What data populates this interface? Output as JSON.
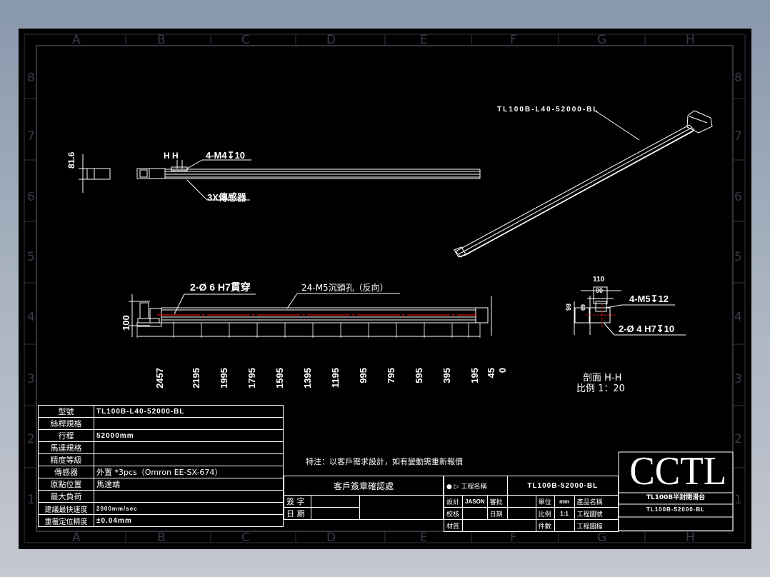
{
  "sheet": {
    "zones_top": [
      "A",
      "B",
      "C",
      "D",
      "E",
      "F",
      "G",
      "H"
    ],
    "zones_bottom": [
      "A",
      "B",
      "C",
      "D",
      "E",
      "F",
      "G",
      "H"
    ],
    "zones_side": [
      "8",
      "7",
      "6",
      "5",
      "4",
      "3",
      "2",
      "1"
    ]
  },
  "top_view": {
    "height_dim": "81.6",
    "section_marker": "H  H",
    "callout_holes": "4-M4↧10",
    "callout_sensor": "3X傳感器"
  },
  "side_view": {
    "height_dim": "100",
    "callout_pin": "2-Ø 6  H7貫穿",
    "callout_counterbore": "24-M5沉頭孔（反向）",
    "ordinate_dims": [
      "2457",
      "2195",
      "1995",
      "1795",
      "1595",
      "1395",
      "1195",
      "995",
      "795",
      "595",
      "395",
      "195",
      "45",
      "0"
    ]
  },
  "iso_view": {
    "label": "TL100B-L40-52000-BL"
  },
  "section_view": {
    "width_dim": "110",
    "inner_width_dim": "90",
    "height_dim": "98",
    "inner_height_dim": "69",
    "callout_m5": "4-M5↧12",
    "callout_pin": "2-Ø 4  H7↧10",
    "title": "剖面  H-H",
    "scale": "比例  1：20"
  },
  "spec_table": {
    "rows": [
      {
        "label": "型號",
        "value": "TL100B-L40-52000-BL"
      },
      {
        "label": "絲桿規格",
        "value": ""
      },
      {
        "label": "行程",
        "value": "52000mm"
      },
      {
        "label": "馬達規格",
        "value": ""
      },
      {
        "label": "精度等級",
        "value": ""
      },
      {
        "label": "傳感器",
        "value": "外置 *3pcs（Omron EE-SX-674）"
      },
      {
        "label": "原點位置",
        "value": "馬達端"
      },
      {
        "label": "最大負荷",
        "value": ""
      },
      {
        "label": "建議最快速度",
        "value": "2000mm/sec"
      },
      {
        "label": "重覆定位精度",
        "value": "±0.04mm"
      }
    ]
  },
  "note": "特注：以客戶需求設計，如有變動需重新報價",
  "customer_block": {
    "title": "客戶簽章確認處",
    "sign_label": "簽  字",
    "date_label": "日  期"
  },
  "title_block": {
    "project_name_label": "工程名稱",
    "project_name_value": "TL100B-52000-BL",
    "design_label": "設計",
    "design_value": "JASON",
    "approve_label": "審批",
    "check_label": "校核",
    "date_label": "日期",
    "material_label": "材質",
    "unit_label": "單位",
    "unit_value": "mm",
    "scale_label": "比例",
    "scale_value": "1:1",
    "qty_label": "件數",
    "product_name_label": "產品名稱",
    "drawing_no_label": "工程圖號",
    "drawing_file_label": "工程圖檔",
    "product_name_value": "TL100B半封閉滑台",
    "drawing_no_value": "TL100B-52000-BL",
    "logo": "CCTL"
  },
  "colors": {
    "background_top": "#8898ab",
    "background_bottom": "#c5c8d0",
    "sheet": "#000000",
    "line": "#ffffff",
    "centerline": "#e01010",
    "frame": "#33333f"
  }
}
